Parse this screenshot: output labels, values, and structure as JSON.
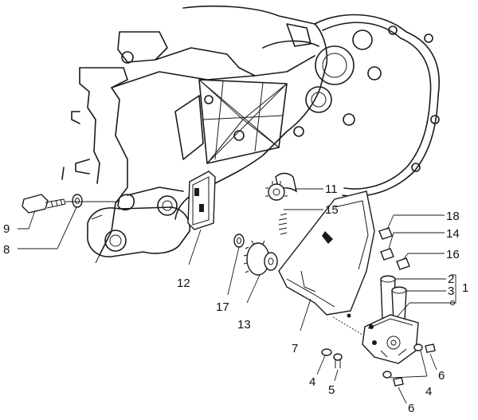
{
  "callouts": [
    {
      "id": "c1",
      "label": "1"
    },
    {
      "id": "c2",
      "label": "2"
    },
    {
      "id": "c3",
      "label": "3"
    },
    {
      "id": "c4a",
      "label": "4"
    },
    {
      "id": "c4b",
      "label": "4"
    },
    {
      "id": "c5",
      "label": "5"
    },
    {
      "id": "c6a",
      "label": "6"
    },
    {
      "id": "c6b",
      "label": "6"
    },
    {
      "id": "c7",
      "label": "7"
    },
    {
      "id": "c8",
      "label": "8"
    },
    {
      "id": "c9",
      "label": "9"
    },
    {
      "id": "c11",
      "label": "11"
    },
    {
      "id": "c12",
      "label": "12"
    },
    {
      "id": "c13",
      "label": "13"
    },
    {
      "id": "c14",
      "label": "14"
    },
    {
      "id": "c15",
      "label": "15"
    },
    {
      "id": "c16",
      "label": "16"
    },
    {
      "id": "c17",
      "label": "17"
    },
    {
      "id": "c18",
      "label": "18"
    }
  ]
}
